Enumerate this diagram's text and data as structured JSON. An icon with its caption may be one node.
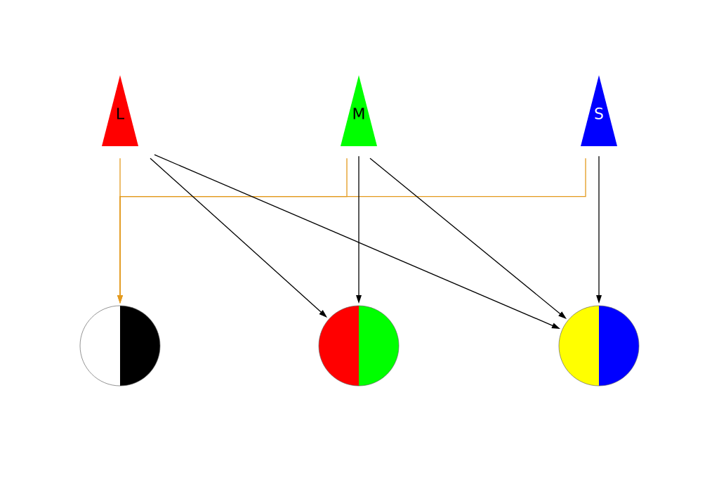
{
  "diagram": {
    "nodes": [
      {
        "text": [
          "L"
        ]
      },
      {
        "text": [
          "M"
        ]
      },
      {
        "text": [
          "S"
        ]
      },
      {
        "text": [],
        "shape": "circle"
      },
      {
        "text": [],
        "shape": "circle"
      },
      {
        "text": [],
        "shape": "circle"
      }
    ],
    "edges": [
      {
        "from": 0,
        "to": 3,
        "arrow": "to",
        "color": "#e39a1e"
      },
      {
        "from": 1,
        "to": 3,
        "arrow": "to",
        "color": "#e39a1e"
      },
      {
        "from": 2,
        "to": 3,
        "arrow": "to",
        "color": "#e39a1e"
      },
      {
        "from": 0,
        "to": 4,
        "arrow": "to"
      },
      {
        "from": 0,
        "to": 5,
        "arrow": "to"
      },
      {
        "from": 1,
        "to": 4,
        "arrow": "to"
      },
      {
        "from": 1,
        "to": 5,
        "arrow": "to"
      },
      {
        "from": 2,
        "to": 5,
        "arrow": "to"
      }
    ]
  }
}
